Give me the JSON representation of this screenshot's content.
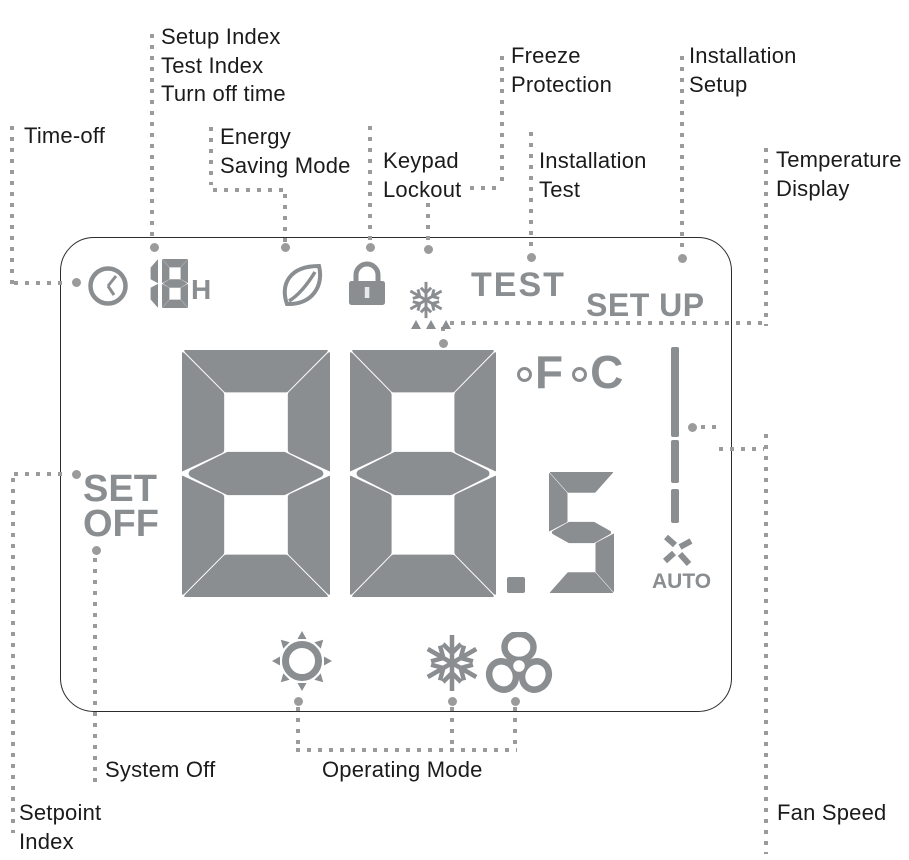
{
  "colors": {
    "lcd": "#8b8e91",
    "callout": "#9b9b9c",
    "ink": "#1b1b1b",
    "panel_border": "#2c2c2c"
  },
  "callouts": {
    "setup_index": "Setup Index\nTest Index\nTurn off time",
    "time_off": "Time-off",
    "energy_saving": "Energy\nSaving Mode",
    "keypad_lockout": "Keypad\nLockout",
    "freeze_protection": "Freeze\nProtection",
    "installation_test": "Installation\nTest",
    "installation_setup": "Installation\nSetup",
    "temperature_display": "Temperature\nDisplay",
    "setpoint_index": "Setpoint\nIndex",
    "system_off": "System Off",
    "operating_mode": "Operating Mode",
    "fan_speed": "Fan Speed"
  },
  "lcd": {
    "hours_value": "18",
    "hours_unit": "H",
    "test_label": "TEST",
    "setup_label": "SET UP",
    "set_off_label": "SET\nOFF",
    "temperature_value": "88.5",
    "unit_f": "F",
    "unit_c": "C",
    "auto_label": "AUTO",
    "icons": {
      "clock": "time-off indicator",
      "leaf": "energy saving mode",
      "padlock": "keypad lockout",
      "snowflake_small": "freeze protection",
      "setpoint_arrows": "setpoint arrows",
      "sun": "heat operating mode",
      "snowflake_large": "cool operating mode",
      "fan": "fan operating mode",
      "fan_bars": "fan speed bars",
      "fan_pinwheel": "fan speed symbol"
    }
  }
}
